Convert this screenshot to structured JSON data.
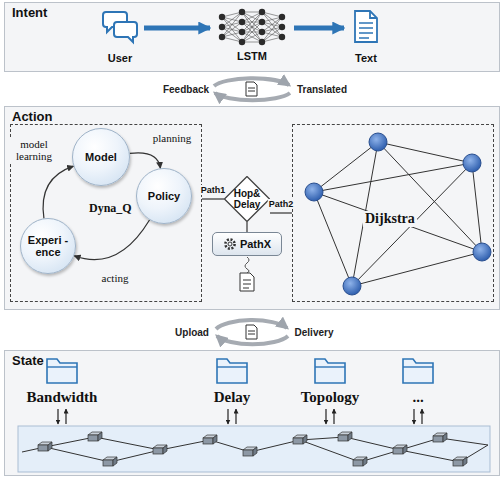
{
  "diagram": {
    "nodes": [
      {
        "text": [
          "Intent"
        ]
      },
      {
        "text": [
          "User"
        ],
        "in": 0
      },
      {
        "text": [
          "LSTM"
        ],
        "in": 0
      },
      {
        "text": [
          "Text"
        ],
        "in": 0
      },
      {
        "text": [
          "Action"
        ]
      },
      {
        "text": [
          "Dyna_Q"
        ],
        "in": 4
      },
      {
        "text": [
          "Model"
        ],
        "in": 5
      },
      {
        "text": [
          "Policy"
        ],
        "in": 5
      },
      {
        "text": [
          "Experi -ence"
        ],
        "in": 5
      },
      {
        "text": [
          "Hop& Delay"
        ],
        "in": 4
      },
      {
        "text": [
          "PathX"
        ],
        "in": 4
      },
      {
        "text": [
          "Dijkstra"
        ],
        "in": 4
      },
      {
        "text": [
          "State"
        ]
      },
      {
        "text": [
          "Bandwidth"
        ],
        "in": 12
      },
      {
        "text": [
          "Delay"
        ],
        "in": 12
      },
      {
        "text": [
          "Topology"
        ],
        "in": 12
      },
      {
        "text": [
          "..."
        ],
        "in": 12
      }
    ],
    "edges": [
      {
        "from": 1,
        "to": 2,
        "arrow": "to"
      },
      {
        "from": 2,
        "to": 3,
        "arrow": "to"
      },
      {
        "from": 6,
        "to": 7,
        "label": "planning",
        "arrow": "to"
      },
      {
        "from": 7,
        "to": 8,
        "label": "acting",
        "arrow": "to"
      },
      {
        "from": 8,
        "to": 6,
        "label": "model learning",
        "arrow": "to"
      },
      {
        "from": 5,
        "to": 9,
        "label": "Path1",
        "arrow": "none"
      },
      {
        "from": 9,
        "to": 11,
        "label": "Path2",
        "arrow": "none"
      },
      {
        "from": 9,
        "to": 10,
        "arrow": "none"
      }
    ],
    "labels": [
      "Feedback",
      "Translated",
      "Upload",
      "Delivery"
    ]
  }
}
